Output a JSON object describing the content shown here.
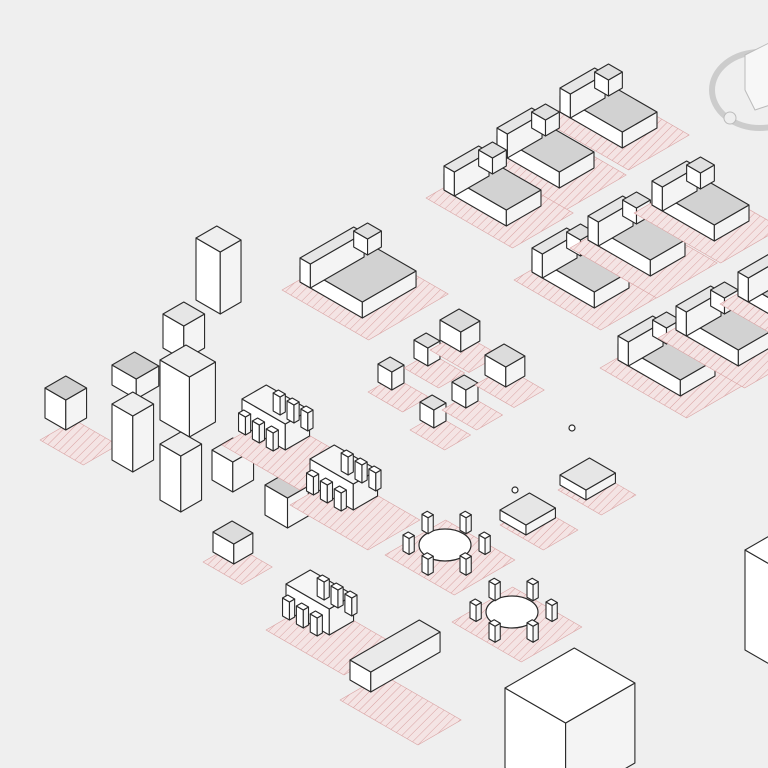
{
  "viewport": {
    "background": "#efefef",
    "colors": {
      "zone_fill": "#f3dede",
      "zone_hatch": "#d9a3a3",
      "object_fill": "#ffffff",
      "object_top": "#d6d6d6",
      "line": "#2a2a2a"
    }
  },
  "view_cube": {
    "icon": "view-cube-icon"
  },
  "furniture_groups": [
    "beds",
    "nightstands",
    "toilets",
    "sinks",
    "dining-tables",
    "round-tables",
    "chairs",
    "kitchen-appliances",
    "sofa",
    "lamps",
    "bathtub"
  ]
}
